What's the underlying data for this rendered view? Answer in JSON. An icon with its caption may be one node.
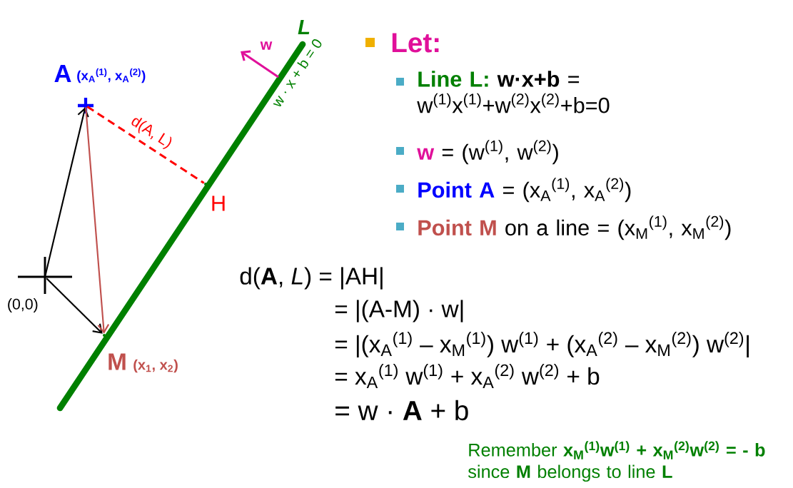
{
  "diagram": {
    "nodes": [
      {
        "text": [],
        "shape": "cross",
        "beside": [
          "A",
          "(x$_{A}$$^{(1)}$, x$_{A}$$^{(2)}$)"
        ]
      },
      {
        "text": [],
        "shape": "point",
        "beside": [
          "H"
        ]
      },
      {
        "text": [],
        "shape": "cross",
        "beside": [
          "(0,0)"
        ]
      },
      {
        "text": [],
        "shape": "point",
        "beside": [
          "M",
          "(x$_{1}$, x$_{2}$)"
        ]
      }
    ],
    "edges": [
      {
        "from": 2,
        "to": 0,
        "arrow": "to"
      },
      {
        "from": 2,
        "to": 3,
        "arrow": "to"
      },
      {
        "from": 0,
        "to": 3,
        "arrow": "to",
        "color": "#c0504d"
      },
      {
        "from": 0,
        "to": 1,
        "arrow": "none",
        "style": "dashed",
        "color": "#ff0000",
        "label": "d(A, L)"
      }
    ],
    "labels": [
      "L",
      "w · x + b = 0",
      "w",
      "Let:",
      "Line L:",
      "**w·x+b** = w$^{(1)}$x$^{(1)}$+w$^{(2)}$x$^{(2)}$+b=0",
      "w",
      "= (w$^{(1)}$, w$^{(2)}$)",
      "Point A",
      "= (x$_{A}$$^{(1)}$, x$_{A}$$^{(2)}$)",
      "Point M",
      "on a line = (x$_{M}$$^{(1)}$, x$_{M}$$^{(2)}$)",
      "d(**A**, *L*) = |AH|",
      "= |(A-M) · w|",
      "= |(x$_{A}$$^{(1)}$ – x$_{M}$$^{(1)}$) w$^{(1)}$ + (x$_{A}$$^{(2)}$ – x$_{M}$$^{(2)}$) w$^{(2)}$|",
      "= x$_{A}$$^{(1)}$ w$^{(1)}$ + x$_{A}$$^{(2)}$ w$^{(2)}$ + b",
      "= w · **A** + b",
      "Remember **x$_{M}$$^{(1)}$w$^{(1)}$ + x$_{M}$$^{(2)}$w$^{(2)}$ = - b** since **M** belongs to line **L**"
    ]
  }
}
